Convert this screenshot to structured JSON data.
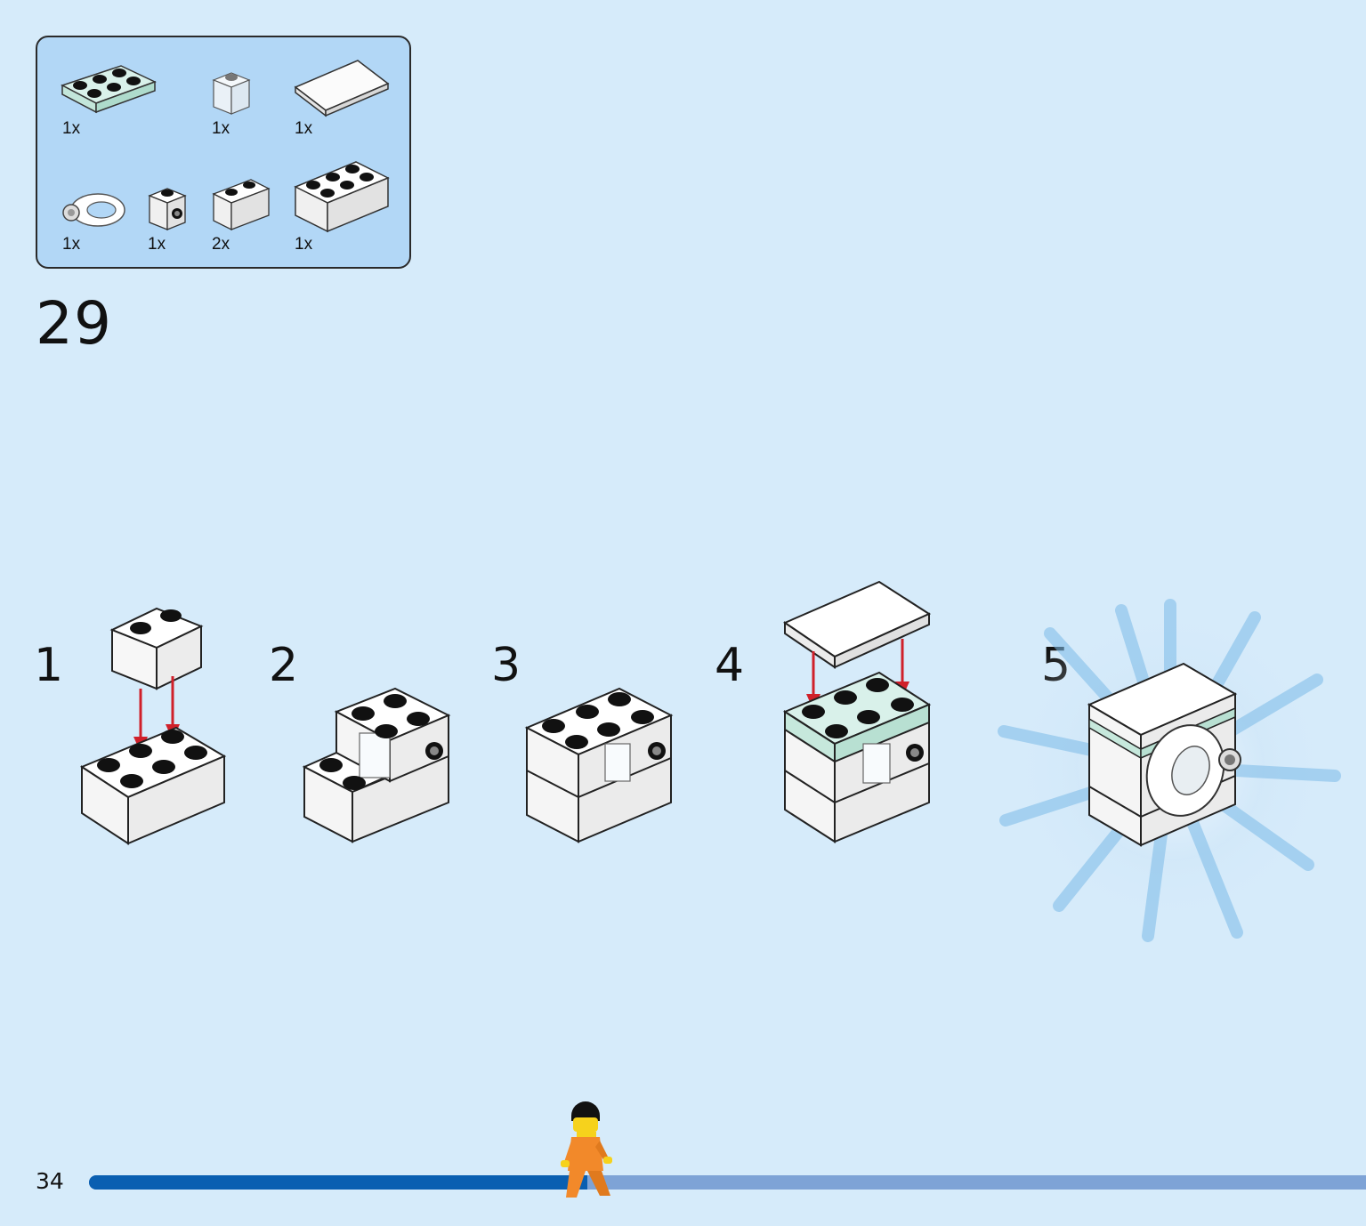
{
  "step": {
    "number": "29"
  },
  "parts": [
    {
      "icon": "plate-2x3-mint-icon",
      "qty": "1x"
    },
    {
      "icon": "brick-1x1-transparent-icon",
      "qty": "1x"
    },
    {
      "icon": "tile-2x4-white-icon",
      "qty": "1x"
    },
    {
      "icon": "ring-white-icon",
      "qty": "1x"
    },
    {
      "icon": "brick-1x1-stud-side-icon",
      "qty": "1x"
    },
    {
      "icon": "brick-1x2-white-icon",
      "qty": "2x"
    },
    {
      "icon": "brick-2x3-white-icon",
      "qty": "1x"
    }
  ],
  "substeps": [
    "1",
    "2",
    "3",
    "4",
    "5"
  ],
  "footer": {
    "page_number": "34",
    "progress": 0.39
  },
  "colors": {
    "background": "#d6ebfa",
    "parts_box": "#b2d7f6",
    "arrow": "#d0202a",
    "progress_fill": "#0a5fb1",
    "progress_track": "#7ea3d6",
    "minifig": "#f2892a"
  }
}
